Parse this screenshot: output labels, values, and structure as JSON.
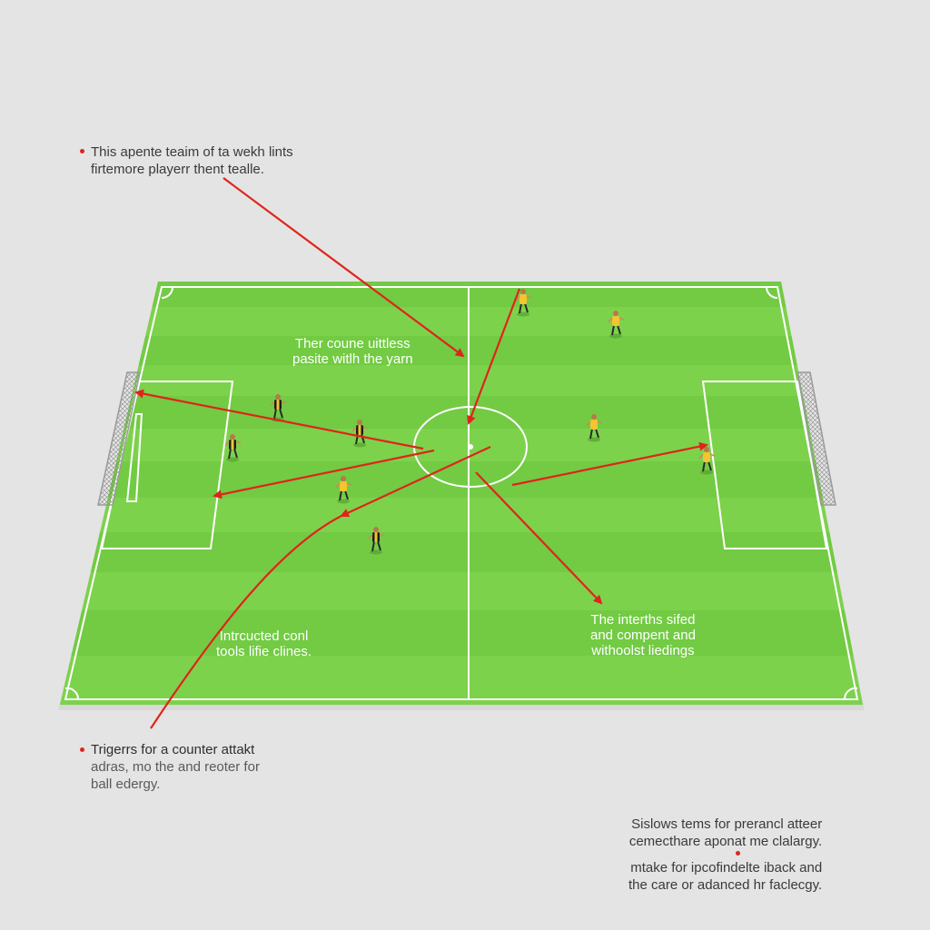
{
  "annotations": {
    "top_left": {
      "lines": [
        "This apente teaim of ta wekh lints",
        "firtemore playerr thent tealle."
      ]
    },
    "field_center_top": {
      "lines": [
        "Ther coune uittless",
        "pasite witlh the yarn"
      ]
    },
    "field_bottom_left": {
      "lines": [
        "Intrcucted conl",
        "tools lifie clines."
      ]
    },
    "field_bottom_right": {
      "lines": [
        "The interths sifed",
        "and compent and",
        "withoolst liedings"
      ]
    },
    "bottom_left": {
      "lines": [
        "Trigerrs for a counter attakt",
        "adras, mo the and reoter for",
        "ball edergy."
      ]
    },
    "bottom_right": {
      "lines": [
        "Sislows tems for prerancl atteer",
        "cemecthare aponat me clalargy.",
        "mtake for ipcofindelte iback and",
        "the care or adanced hr faclecgy."
      ]
    }
  },
  "colors": {
    "background": "#e4e4e4",
    "pitch_light": "#7dd24c",
    "pitch_dark": "#6cc63d",
    "lines": "#ffffff",
    "arrows": "#e0241c",
    "team_a": "#f2c531",
    "team_b": "#1c1c1c"
  },
  "icons": [
    "goal-net-icon",
    "player-icon",
    "arrow-icon"
  ]
}
